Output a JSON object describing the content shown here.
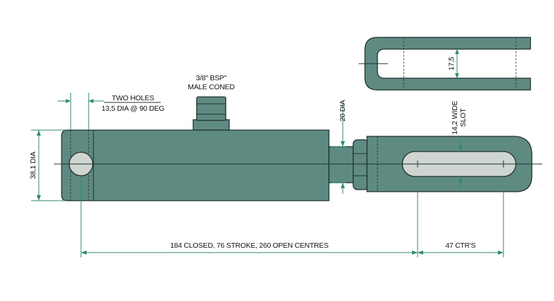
{
  "colors": {
    "body": "#5e8a82",
    "outline": "#1f2f2d",
    "dimension": "#2e8a6a",
    "text": "#111111"
  },
  "labels": {
    "port_line1": "3/8\" BSP\"",
    "port_line2": "MALE CONED",
    "holes_line1": "TWO HOLES",
    "holes_line2": "13,5 DIA @ 90 DEG",
    "bore_dia": "38,1 DIA",
    "rod_dia": "20 DIA",
    "slot_line1": "14,2 WIDE",
    "slot_line2": "SLOT",
    "clevis_gap": "17,5",
    "centres": "184 CLOSED, 76 STROKE, 260 OPEN CENTRES",
    "slot_ctrs": "47 CTR'S"
  }
}
